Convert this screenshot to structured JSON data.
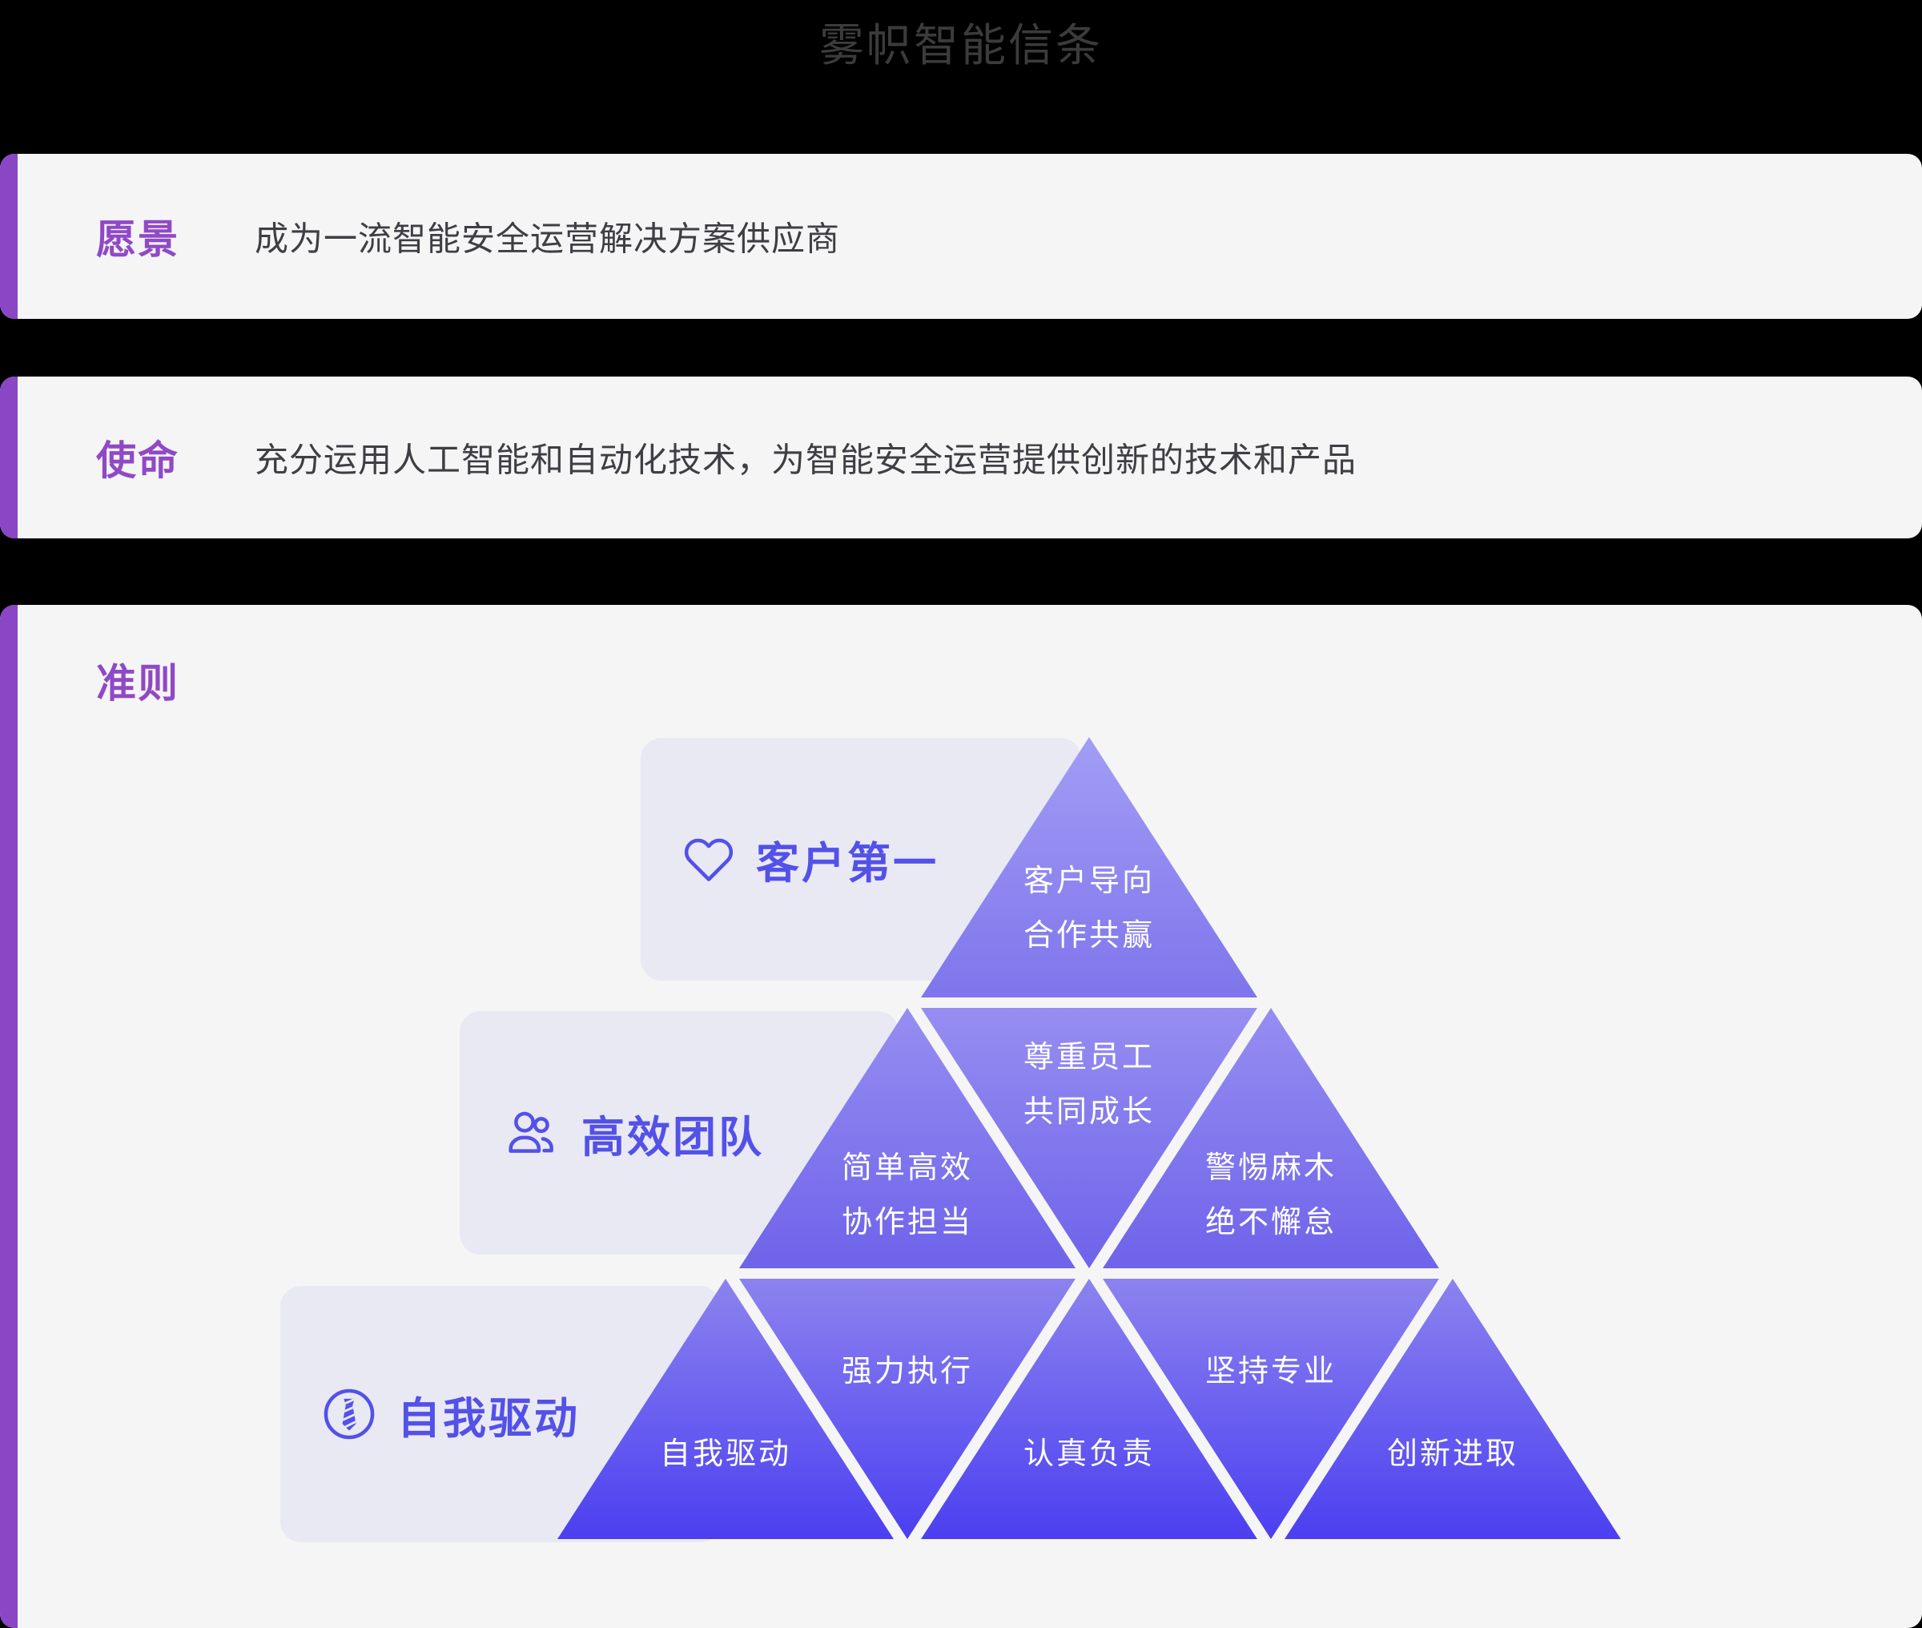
{
  "page": {
    "title": "雾帜智能信条"
  },
  "colors": {
    "page_bg": "#000000",
    "card_bg": "#f5f5f5",
    "chip_bg": "#e9e9f4",
    "accent_bar_purple": "#8a46c4",
    "section_label_purple": "#9049c6",
    "indigo_text": "#5351e8",
    "triangle_gradient_row1": [
      "#a29df5",
      "#7f75ec"
    ],
    "triangle_gradient_row2": [
      "#968ef1",
      "#6e63ea"
    ],
    "triangle_gradient_row3": [
      "#8c83ef",
      "#4b3ff0"
    ],
    "triangle_text": "#ffffff",
    "title_color": "#3b3b3b",
    "body_color": "#3e3e44"
  },
  "sections": [
    {
      "label": "愿景",
      "text": "成为一流智能安全运营解决方案供应商"
    },
    {
      "label": "使命",
      "text": "充分运用人工智能和自动化技术，为智能安全运营提供创新的技术和产品"
    },
    {
      "label": "准则",
      "text": ""
    }
  ],
  "pyramid": {
    "levels": [
      {
        "icon": "heart-icon",
        "label": "客户第一"
      },
      {
        "icon": "team-icon",
        "label": "高效团队"
      },
      {
        "icon": "tie-icon",
        "label": "自我驱动"
      }
    ],
    "triangles": [
      {
        "row": 1,
        "orientation": "up",
        "lines": [
          "客户导向",
          "合作共赢"
        ]
      },
      {
        "row": 2,
        "orientation": "up",
        "lines": [
          "简单高效",
          "协作担当"
        ]
      },
      {
        "row": 2,
        "orientation": "down",
        "lines": [
          "尊重员工",
          "共同成长"
        ]
      },
      {
        "row": 2,
        "orientation": "up",
        "lines": [
          "警惕麻木",
          "绝不懈怠"
        ]
      },
      {
        "row": 3,
        "orientation": "up",
        "lines": [
          "自我驱动"
        ]
      },
      {
        "row": 3,
        "orientation": "down",
        "lines": [
          "强力执行"
        ]
      },
      {
        "row": 3,
        "orientation": "up",
        "lines": [
          "认真负责"
        ]
      },
      {
        "row": 3,
        "orientation": "down",
        "lines": [
          "坚持专业"
        ]
      },
      {
        "row": 3,
        "orientation": "up",
        "lines": [
          "创新进取"
        ]
      }
    ]
  }
}
